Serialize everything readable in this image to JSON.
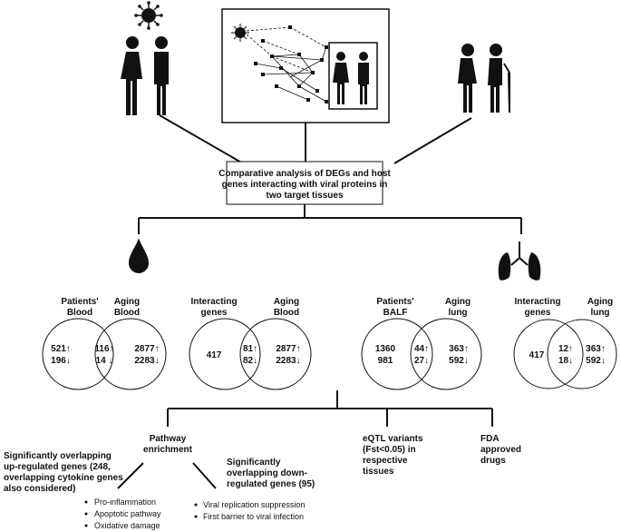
{
  "center_box": {
    "lines": [
      "Comparative analysis of DEGs and host",
      "genes interacting with viral proteins in",
      "two target tissues"
    ]
  },
  "venns": [
    {
      "left_label": [
        "Patients'",
        "Blood"
      ],
      "right_label": [
        "Aging",
        "Blood"
      ],
      "left": [
        "521↑",
        "196↓"
      ],
      "overlap": [
        "116↑",
        "14 ↓"
      ],
      "right": [
        "2877↑",
        "2283↓"
      ]
    },
    {
      "left_label": [
        "Interacting",
        "genes"
      ],
      "right_label": [
        "Aging",
        "Blood"
      ],
      "left": [
        "417"
      ],
      "overlap": [
        "81↑",
        "82↓"
      ],
      "right": [
        "2877↑",
        "2283↓"
      ]
    },
    {
      "left_label": [
        "Patients'",
        "BALF"
      ],
      "right_label": [
        "Aging",
        "lung"
      ],
      "left": [
        "1360",
        "981"
      ],
      "overlap": [
        "44↑",
        "27↓"
      ],
      "right": [
        "363↑",
        "592↓"
      ]
    },
    {
      "left_label": [
        "Interacting",
        "genes"
      ],
      "right_label": [
        "Aging",
        "lung"
      ],
      "left": [
        "417"
      ],
      "overlap": [
        "12↑",
        "18↓"
      ],
      "right": [
        "363↑",
        "592↓"
      ]
    }
  ],
  "outputs": {
    "pathway": [
      "Pathway",
      "enrichment"
    ],
    "eqtl": [
      "eQTL variants",
      "(Fst<0.05) in",
      "respective",
      "tissues"
    ],
    "fda": [
      "FDA",
      "approved",
      "drugs"
    ]
  },
  "up_genes": {
    "lines": [
      "Significantly overlapping",
      "up-regulated genes (248,",
      "overlapping cytokine genes",
      "also considered)"
    ],
    "bullets": [
      "Pro-inflammation",
      "Apoptotic pathway",
      "Oxidative damage"
    ]
  },
  "down_genes": {
    "lines": [
      "Significantly",
      "overlapping down-",
      "regulated genes (95)"
    ],
    "bullets": [
      "Viral replication suppression",
      "First barrier to viral infection"
    ]
  },
  "icons": [
    "virus-icon",
    "young-couple-icon",
    "network-icon",
    "elderly-couple-icon",
    "blood-drop-icon",
    "lungs-icon"
  ]
}
